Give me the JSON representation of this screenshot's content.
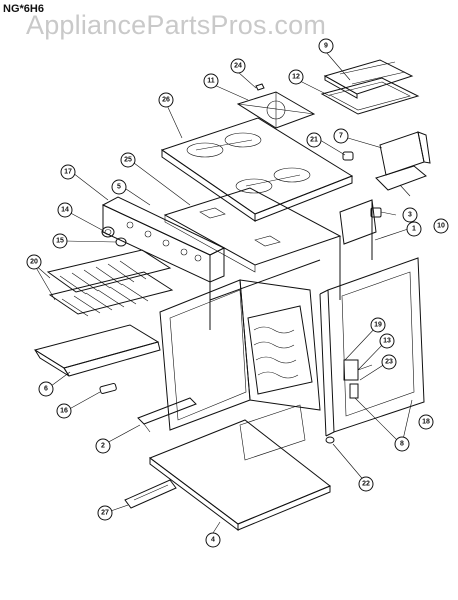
{
  "model_label": "NG*6H6",
  "watermark": "AppliancePartsPros.com",
  "callouts": {
    "c1": "1",
    "c2": "2",
    "c3": "3",
    "c4": "4",
    "c5": "5",
    "c6": "6",
    "c7": "7",
    "c8": "8",
    "c9": "9",
    "c10": "10",
    "c11": "11",
    "c12": "12",
    "c13": "13",
    "c14": "14",
    "c15": "15",
    "c16": "16",
    "c17": "17",
    "c18": "18",
    "c19": "19",
    "c20": "20",
    "c21": "21",
    "c22": "22",
    "c23": "23",
    "c24": "24",
    "c25": "25",
    "c26": "26",
    "c27": "27"
  }
}
